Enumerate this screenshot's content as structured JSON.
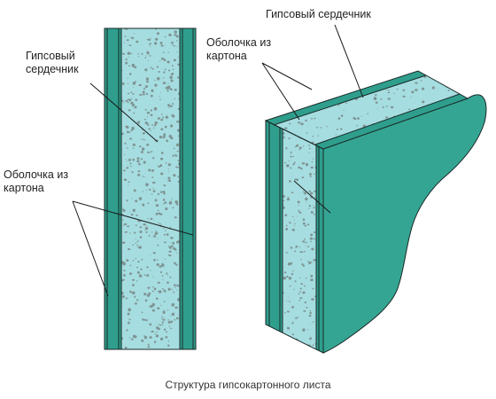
{
  "labels": {
    "left_core": [
      "Гипсовый",
      "сердечник"
    ],
    "left_shell": [
      "Оболочка из",
      "картона"
    ],
    "right_core": "Гипсовый сердечник",
    "right_shell": [
      "Оболочка из",
      "картона"
    ]
  },
  "caption": "Структура гипсокартонного листа",
  "colors": {
    "core": "#a6dde0",
    "core_dots": "#7f9494",
    "shell": "#2f9e8d",
    "shell_face": "#35a593",
    "outline": "#1a2a28",
    "leader": "#1a1a1a"
  }
}
